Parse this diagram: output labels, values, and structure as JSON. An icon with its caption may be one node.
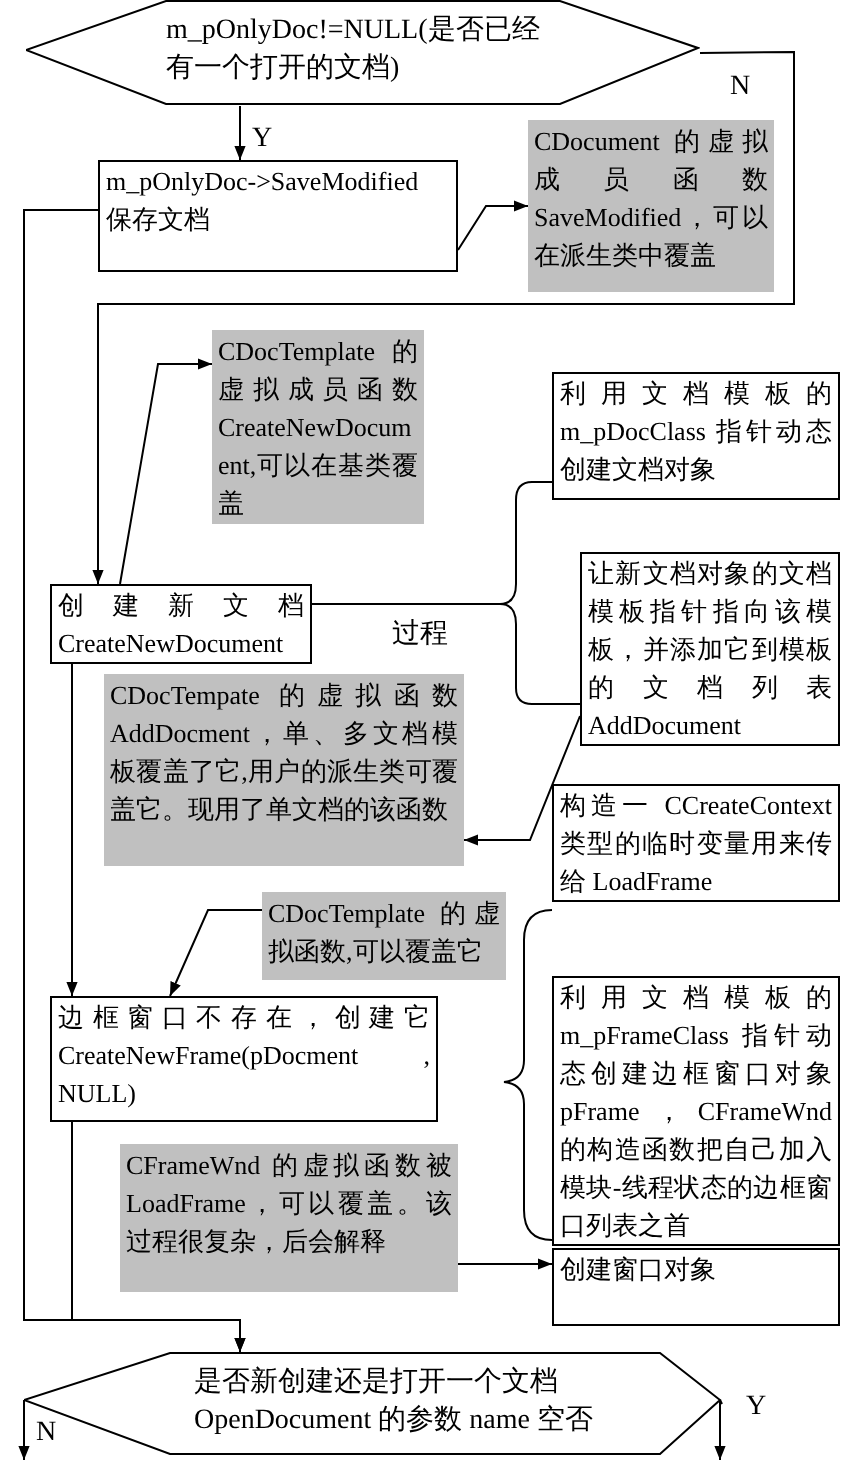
{
  "diagram": {
    "nodes": [
      {
        "text": [
          "m_pOnlyDoc!=NULL(是否已经有一个打开的文档)"
        ]
      },
      {
        "text": [
          "m_pOnlyDoc->SaveModified 保存文档"
        ]
      },
      {
        "text": [
          "CDocument 的虚拟成员函数 SaveModified，可以在派生类中覆盖"
        ]
      },
      {
        "text": [
          "CDocTemplate 的虚拟成员函数 CreateNewDocument,可以在基类覆盖"
        ]
      },
      {
        "text": [
          "创建新文档 CreateNewDocument"
        ]
      },
      {
        "text": [
          "利用文档模板的 m_pDocClass 指针动态创建文档对象"
        ]
      },
      {
        "text": [
          "让新文档对象的文档模板指针指向该模板，并添加它到模板的文档列表 AddDocument"
        ]
      },
      {
        "text": [
          "CDocTempate 的虚拟函数 AddDocment，单、多文档模板覆盖了它,用户的派生类可覆盖它。现用了单文档的该函数"
        ]
      },
      {
        "text": [
          "构造一 CCreateContext 类型的临时变量用来传给 LoadFrame"
        ]
      },
      {
        "text": [
          "CDocTemplate 的虚拟函数,可以覆盖它"
        ]
      },
      {
        "text": [
          "边框窗口不存在，创建它 CreateNewFrame(pDocment , NULL)"
        ]
      },
      {
        "text": [
          "利用文档模板的 m_pFrameClass 指针动态创建边框窗口对象 pFrame，CFrameWnd 的构造函数把自己加入模块-线程状态的边框窗口列表之首"
        ]
      },
      {
        "text": [
          "CFrameWnd 的虚拟函数被 LoadFrame，可以覆盖。该过程很复杂，后会解释"
        ]
      },
      {
        "text": [
          "创建窗口对象"
        ]
      },
      {
        "text": [
          "是否新创建还是打开一个文档 OpenDocument 的参数 name 空否"
        ]
      }
    ],
    "edges": [
      {
        "from": 0,
        "to": 1,
        "arrow": "to",
        "label": "Y"
      },
      {
        "from": 0,
        "to": 4,
        "arrow": "to",
        "label": "N"
      },
      {
        "from": 1,
        "to": 2,
        "arrow": "to"
      },
      {
        "from": 4,
        "to": 3,
        "arrow": "to"
      },
      {
        "from": 4,
        "to": 5,
        "arrow": "none",
        "label": "过程"
      },
      {
        "from": 4,
        "to": 6,
        "arrow": "none"
      },
      {
        "from": 6,
        "to": 7,
        "arrow": "to"
      },
      {
        "from": 9,
        "to": 10,
        "arrow": "to"
      },
      {
        "from": 4,
        "to": 10,
        "arrow": "to"
      },
      {
        "from": 1,
        "to": 14,
        "arrow": "to"
      },
      {
        "from": 10,
        "to": 14,
        "arrow": "to"
      },
      {
        "from": 12,
        "to": 13,
        "arrow": "to"
      },
      {
        "from": 14,
        "to": null,
        "arrow": "to",
        "label": "N"
      },
      {
        "from": 14,
        "to": null,
        "arrow": "to",
        "label": "Y"
      }
    ]
  }
}
